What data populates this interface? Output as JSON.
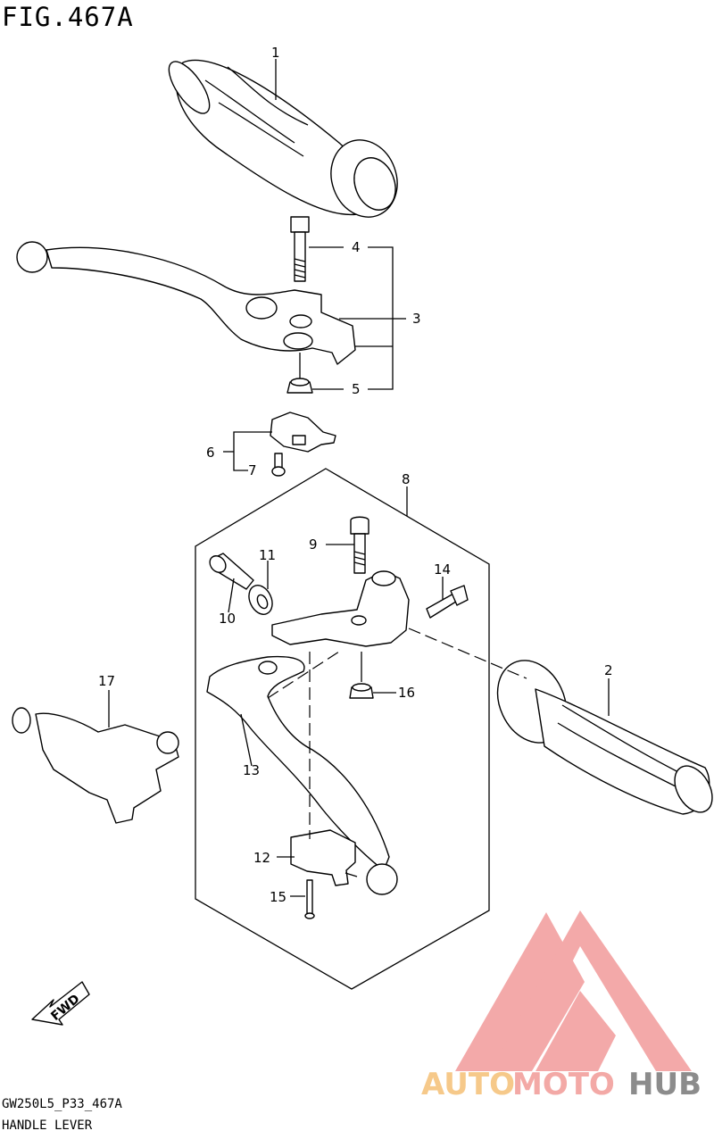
{
  "figure": {
    "title": "FIG.467A"
  },
  "footer": {
    "model_code": "GW250L5_P33_467A",
    "section_name": "HANDLE LEVER"
  },
  "callouts": [
    "1",
    "2",
    "3",
    "4",
    "5",
    "6",
    "7",
    "8",
    "9",
    "10",
    "11",
    "12",
    "13",
    "14",
    "15",
    "16",
    "17"
  ],
  "fwd_label": "FWD",
  "watermark": {
    "part1": "AUTO",
    "part2": "MOTO",
    "part3": "HUB",
    "colors": {
      "auto": "#f6c98a",
      "moto": "#f3a9a6",
      "hub": "#8c8c8c",
      "logo": "#f29b9b"
    }
  }
}
